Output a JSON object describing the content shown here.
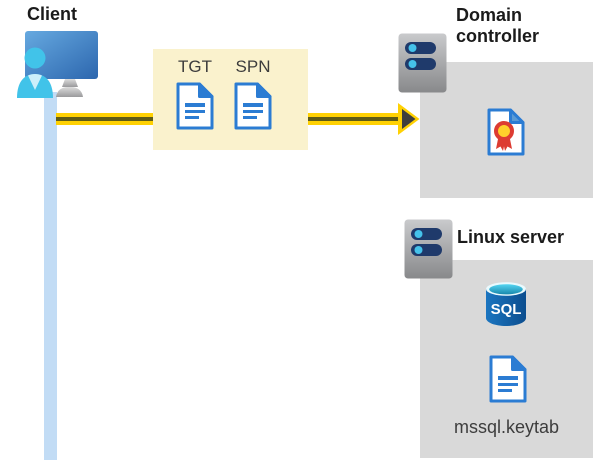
{
  "client": {
    "label": "Client"
  },
  "ticket_panel": {
    "items": [
      {
        "label": "TGT",
        "icon": "document-icon"
      },
      {
        "label": "SPN",
        "icon": "document-icon"
      }
    ]
  },
  "domain_controller": {
    "label": "Domain controller",
    "icons": {
      "server": "server-icon",
      "certificate": "certificate-icon"
    }
  },
  "linux_server": {
    "label": "Linux server",
    "sql_badge": "SQL",
    "keytab_file": "mssql.keytab",
    "icons": {
      "server": "server-icon",
      "database": "sql-database-icon",
      "keytab": "document-icon"
    }
  },
  "connection": {
    "type": "arrow-right-icon"
  },
  "colors": {
    "highlight_box": "#FAF2CD",
    "server_box": "#D9D9D9",
    "arrow_yellow": "#FFD103",
    "arrow_core": "#5F5B16",
    "arrow_head": "#3E3E3E",
    "document_blue": "#2B7CD3",
    "certificate_red": "#DD3C32",
    "certificate_gold": "#FFD02C",
    "client_lifeline_blue": "#C2DCF5",
    "person_cyan": "#41C3E9",
    "server_slot_navy": "#1F3A6B",
    "title_text": "#1B1B1B",
    "label_text": "#3D3D3D"
  }
}
